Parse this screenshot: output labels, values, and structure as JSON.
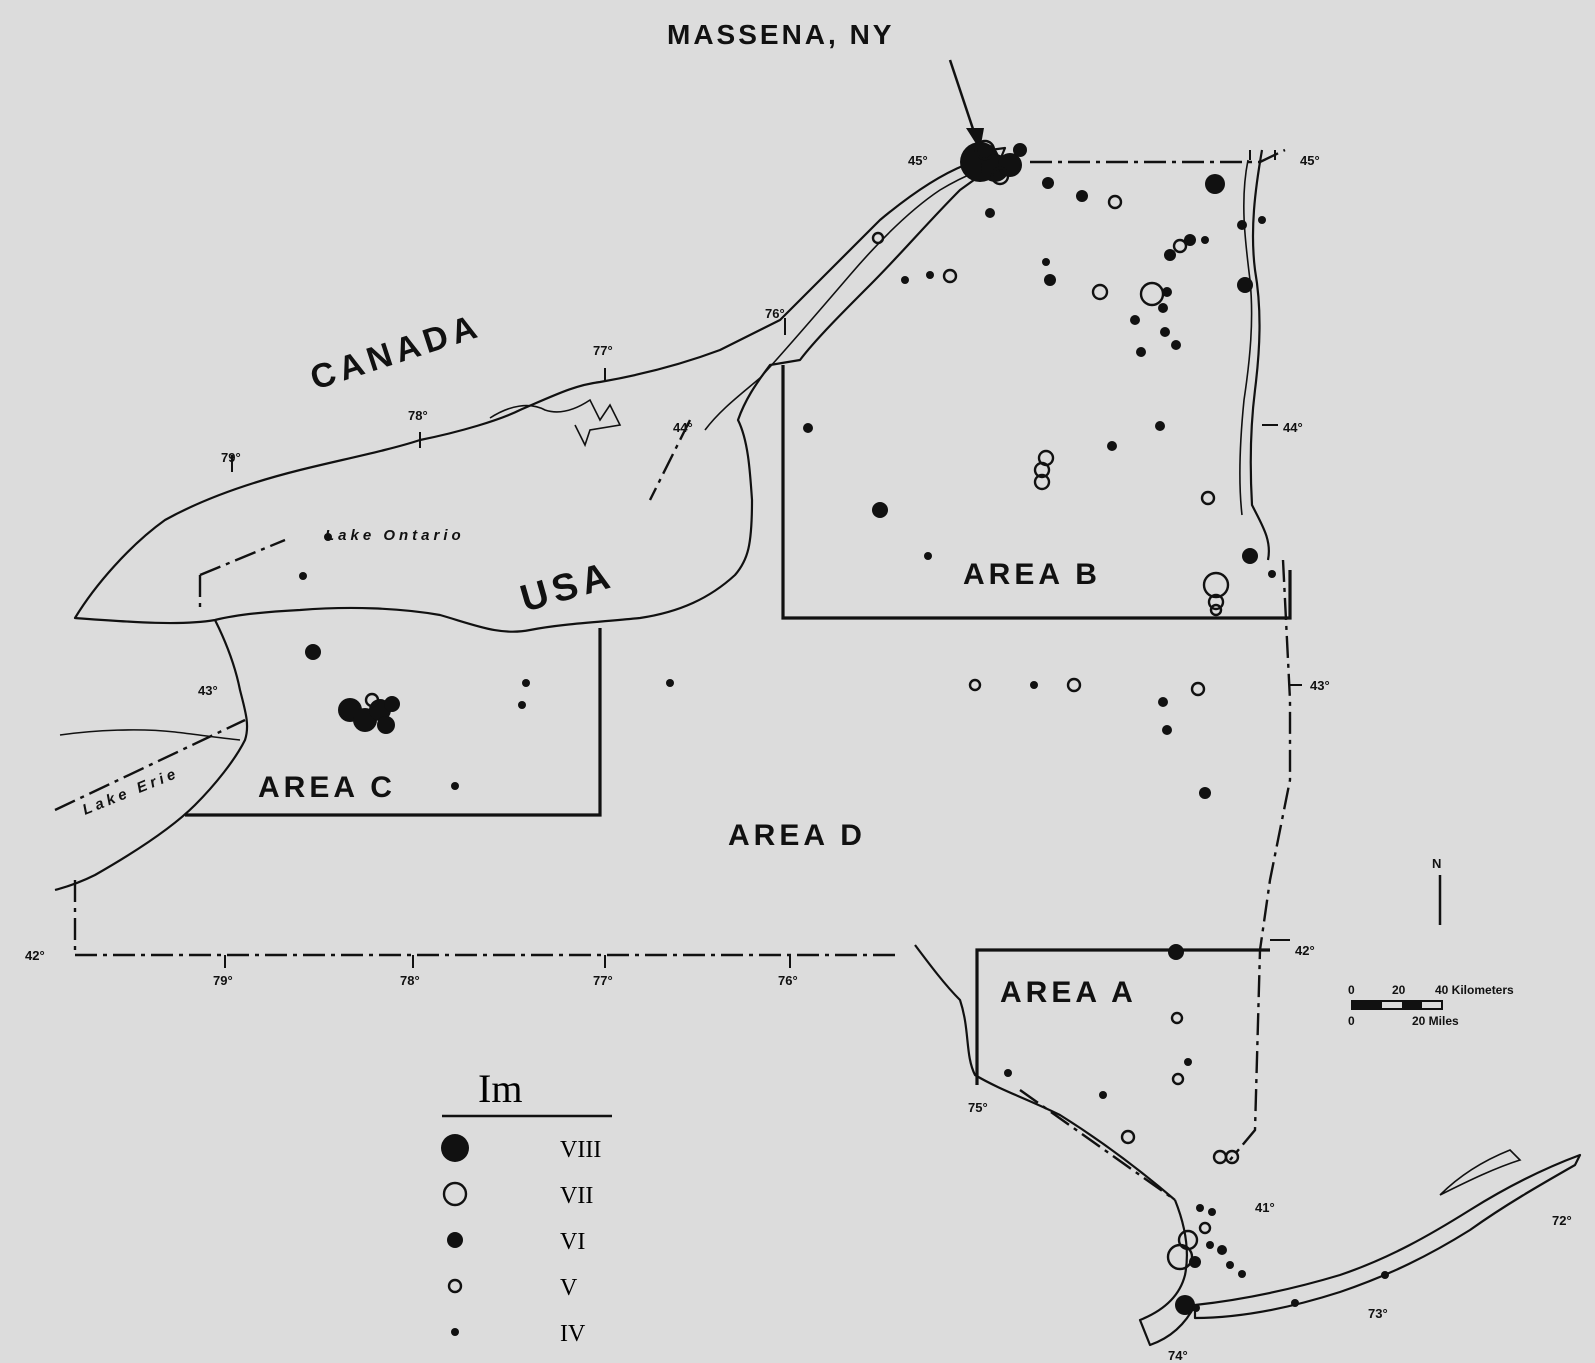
{
  "labels": {
    "massena": "MASSENA, NY",
    "canada": "CANADA",
    "usa": "USA",
    "lake_ontario": "Lake Ontario",
    "lake_erie": "Lake Erie",
    "area_a": "AREA A",
    "area_b": "AREA B",
    "area_c": "AREA C",
    "area_d": "AREA D"
  },
  "degree_labels": {
    "n45_left": "45°",
    "n45_right": "45°",
    "n44_left": "44°",
    "n44_right": "44°",
    "n43_left": "43°",
    "n43_right": "43°",
    "n42_left": "42°",
    "n42_right": "42°",
    "n41": "41°",
    "w79_top": "79°",
    "w78_top": "78°",
    "w77_top": "77°",
    "w76_top": "76°",
    "w79_bottom": "79°",
    "w78_bottom": "78°",
    "w77_bottom": "77°",
    "w76_bottom": "76°",
    "w75": "75°",
    "w74": "74°",
    "w73": "73°",
    "w72": "72°"
  },
  "legend": {
    "title": "Im",
    "items": [
      {
        "symbol": "filled-large",
        "label": "VIII"
      },
      {
        "symbol": "open-large",
        "label": "VII"
      },
      {
        "symbol": "filled-medium",
        "label": "VI"
      },
      {
        "symbol": "open-small",
        "label": "V"
      },
      {
        "symbol": "filled-small",
        "label": "IV"
      }
    ]
  },
  "scale_bar": {
    "north": "N",
    "km_labels": [
      "0",
      "20",
      "40 Kilometers"
    ],
    "mile_labels": [
      "0",
      "20 Miles"
    ]
  }
}
